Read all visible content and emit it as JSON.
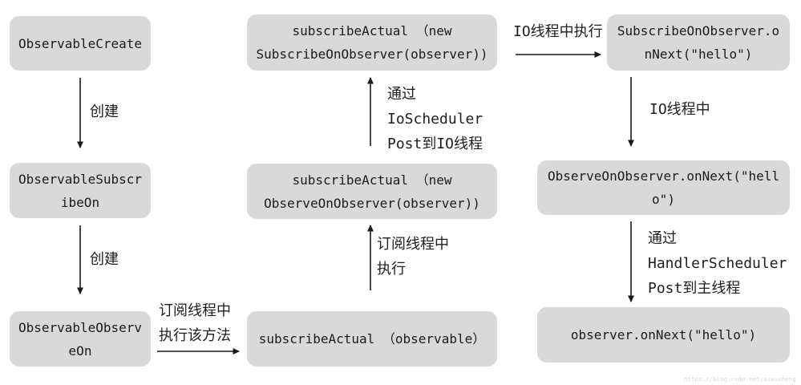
{
  "diagram": {
    "description": "RxJava subscribeOn/observeOn thread switching flowchart",
    "colors": {
      "background": "#ffffff",
      "node_background": "#d9d9d9",
      "text": "#1b1b1b",
      "arrow": "#1a1a1a",
      "watermark": "#e9cfc7"
    },
    "nodes": {
      "observable_create": "ObservableCreate",
      "observable_subscribe_on": "ObservableSubscribeOn",
      "observable_observe_on": "ObservableObserveOn",
      "subscribe_actual_new_subscribe_on_observer": "subscribeActual （new SubscribeOnObserver(observer))",
      "subscribe_actual_new_observe_on_observer": "subscribeActual （new ObserveOnObserver(observer))",
      "subscribe_actual_observable": "subscribeActual （observable）",
      "subscribe_on_observer_onnext": "SubscribeOnObserver.onNext(\"hello\")",
      "observe_on_observer_onnext": "ObserveOnObserver.onNext(\"hello\")",
      "observer_onnext": "observer.onNext(\"hello\")"
    },
    "edge_labels": {
      "create_top": "创建",
      "create_bottom": "创建",
      "subscribe_method_line1": "订阅线程中",
      "subscribe_method_line2": "执行该方法",
      "subscribe_exec_line1": "订阅线程中",
      "subscribe_exec_line2": "执行",
      "post_io_line1": "通过",
      "post_io_line2": "IoScheduler",
      "post_io_line3": "Post到IO线程",
      "io_thread_exec": "IO线程中执行",
      "io_thread": "IO线程中",
      "post_main_line1": "通过",
      "post_main_line2": "HandlerScheduler",
      "post_main_line3": "Post到主线程"
    },
    "watermark": "https://blog.csdn.net/aiwusheng"
  }
}
